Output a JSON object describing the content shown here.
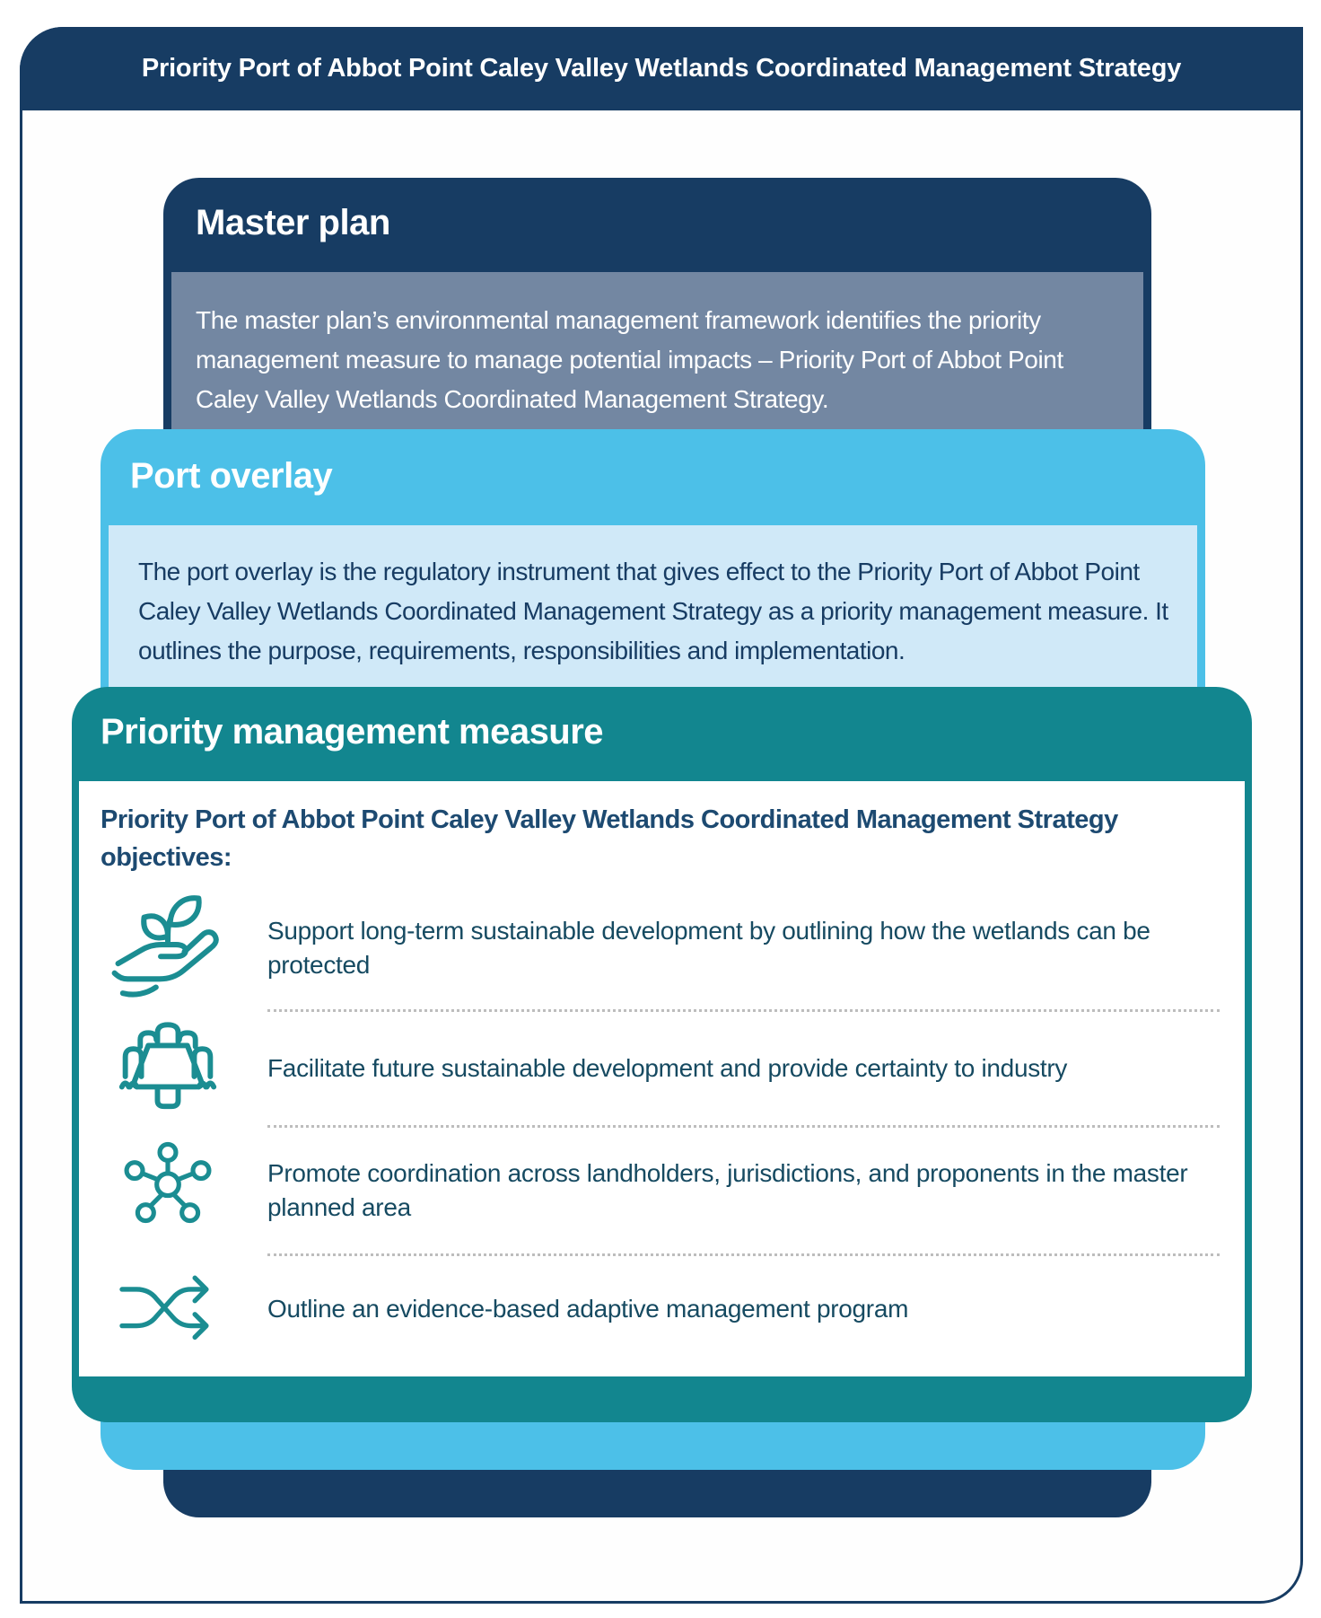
{
  "page": {
    "title": "Priority Port of Abbot Point Caley Valley Wetlands Coordinated Management Strategy"
  },
  "cards": {
    "master_plan": {
      "title": "Master plan",
      "body": "The master plan’s environmental management framework identifies the priority management measure to manage potential impacts – Priority Port of Abbot Point Caley Valley Wetlands Coordinated Management Strategy."
    },
    "port_overlay": {
      "title": "Port overlay",
      "body": "The port overlay is the regulatory instrument that gives effect to the Priority Port of Abbot Point Caley Valley Wetlands Coordinated Management Strategy as a priority management measure. It outlines the purpose, requirements, responsibilities and implementation."
    },
    "priority_management_measure": {
      "title": "Priority management measure",
      "objectives_heading": "Priority Port of Abbot Point Caley Valley Wetlands Coordinated Management Strategy objectives:",
      "objectives": [
        {
          "icon": "hand-plant-icon",
          "text": "Support long-term sustainable development by outlining how the wetlands can be protected"
        },
        {
          "icon": "meeting-table-icon",
          "text": "Facilitate future sustainable development and provide certainty to industry"
        },
        {
          "icon": "network-icon",
          "text": "Promote coordination across landholders, jurisdictions, and proponents in the master planned area"
        },
        {
          "icon": "shuffle-arrows-icon",
          "text": "Outline an evidence-based adaptive management program"
        }
      ]
    }
  },
  "colors": {
    "navy": "#173c63",
    "gray_blue": "#7387a2",
    "sky_blue": "#4cc0e8",
    "light_blue": "#d0e9f8",
    "teal": "#12868f",
    "icon_teal": "#1b8d92",
    "heading_navy": "#1d4a71",
    "objective_text": "#164a61",
    "separator_gray": "#bdbdbd"
  }
}
